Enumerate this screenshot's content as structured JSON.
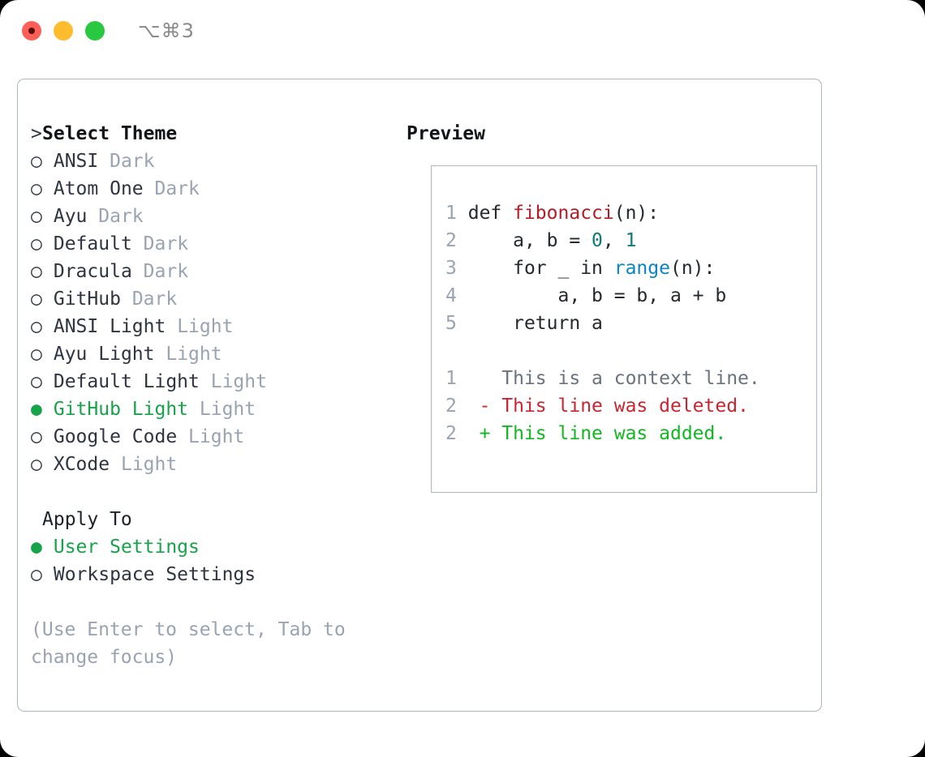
{
  "window": {
    "shortcut": "⌥⌘3",
    "traffic_lights": [
      {
        "name": "close-button",
        "color": "#ff5f57"
      },
      {
        "name": "minimize-button",
        "color": "#febc2e"
      },
      {
        "name": "maximize-button",
        "color": "#28c840"
      }
    ]
  },
  "theme_section": {
    "prefix": "> ",
    "title": "Select Theme",
    "items": [
      {
        "bullet": "○",
        "name": "ANSI",
        "tag": "Dark",
        "selected": false
      },
      {
        "bullet": "○",
        "name": "Atom One",
        "tag": "Dark",
        "selected": false
      },
      {
        "bullet": "○",
        "name": "Ayu",
        "tag": "Dark",
        "selected": false
      },
      {
        "bullet": "○",
        "name": "Default",
        "tag": "Dark",
        "selected": false
      },
      {
        "bullet": "○",
        "name": "Dracula",
        "tag": "Dark",
        "selected": false
      },
      {
        "bullet": "○",
        "name": "GitHub",
        "tag": "Dark",
        "selected": false
      },
      {
        "bullet": "○",
        "name": "ANSI Light",
        "tag": "Light",
        "selected": false
      },
      {
        "bullet": "○",
        "name": "Ayu Light",
        "tag": "Light",
        "selected": false
      },
      {
        "bullet": "○",
        "name": "Default Light",
        "tag": "Light",
        "selected": false
      },
      {
        "bullet": "●",
        "name": "GitHub Light",
        "tag": "Light",
        "selected": true
      },
      {
        "bullet": "○",
        "name": "Google Code",
        "tag": "Light",
        "selected": false
      },
      {
        "bullet": "○",
        "name": "XCode",
        "tag": "Light",
        "selected": false
      }
    ]
  },
  "apply_section": {
    "title": "Apply To",
    "items": [
      {
        "bullet": "●",
        "name": "User Settings",
        "selected": true
      },
      {
        "bullet": "○",
        "name": "Workspace Settings",
        "selected": false
      }
    ]
  },
  "hint": "(Use Enter to select, Tab to change focus)",
  "preview": {
    "heading": "Preview",
    "code_lines": [
      {
        "no": "1",
        "tokens": [
          {
            "t": "def ",
            "c": "tok-def"
          },
          {
            "t": "fibonacci",
            "c": "tok-fn"
          },
          {
            "t": "(n):",
            "c": "tok-plain"
          }
        ]
      },
      {
        "no": "2",
        "tokens": [
          {
            "t": "    a, b = ",
            "c": "tok-plain"
          },
          {
            "t": "0",
            "c": "tok-num"
          },
          {
            "t": ", ",
            "c": "tok-plain"
          },
          {
            "t": "1",
            "c": "tok-num"
          }
        ]
      },
      {
        "no": "3",
        "tokens": [
          {
            "t": "    for _ in ",
            "c": "tok-plain"
          },
          {
            "t": "range",
            "c": "tok-builtin"
          },
          {
            "t": "(n):",
            "c": "tok-plain"
          }
        ]
      },
      {
        "no": "4",
        "tokens": [
          {
            "t": "        a, b = b, a + b",
            "c": "tok-plain"
          }
        ]
      },
      {
        "no": "5",
        "tokens": [
          {
            "t": "    return a",
            "c": "tok-plain"
          }
        ]
      }
    ],
    "diff_lines": [
      {
        "no": "1",
        "marker": "  ",
        "text": "This is a context line.",
        "kind": "diff-ctx"
      },
      {
        "no": "2",
        "marker": "- ",
        "text": "This line was deleted.",
        "kind": "diff-del"
      },
      {
        "no": "2",
        "marker": "+ ",
        "text": "This line was added.",
        "kind": "diff-add"
      }
    ]
  },
  "colors": {
    "accent_green": "#16a34a",
    "muted_gray": "#9aa3b2",
    "border": "#aeb6c4",
    "diff_delete": "#cb2431",
    "diff_add": "#12b822",
    "fn_red": "#b31d28",
    "builtin_blue": "#0b84c4",
    "number_teal": "#0b7c77"
  }
}
